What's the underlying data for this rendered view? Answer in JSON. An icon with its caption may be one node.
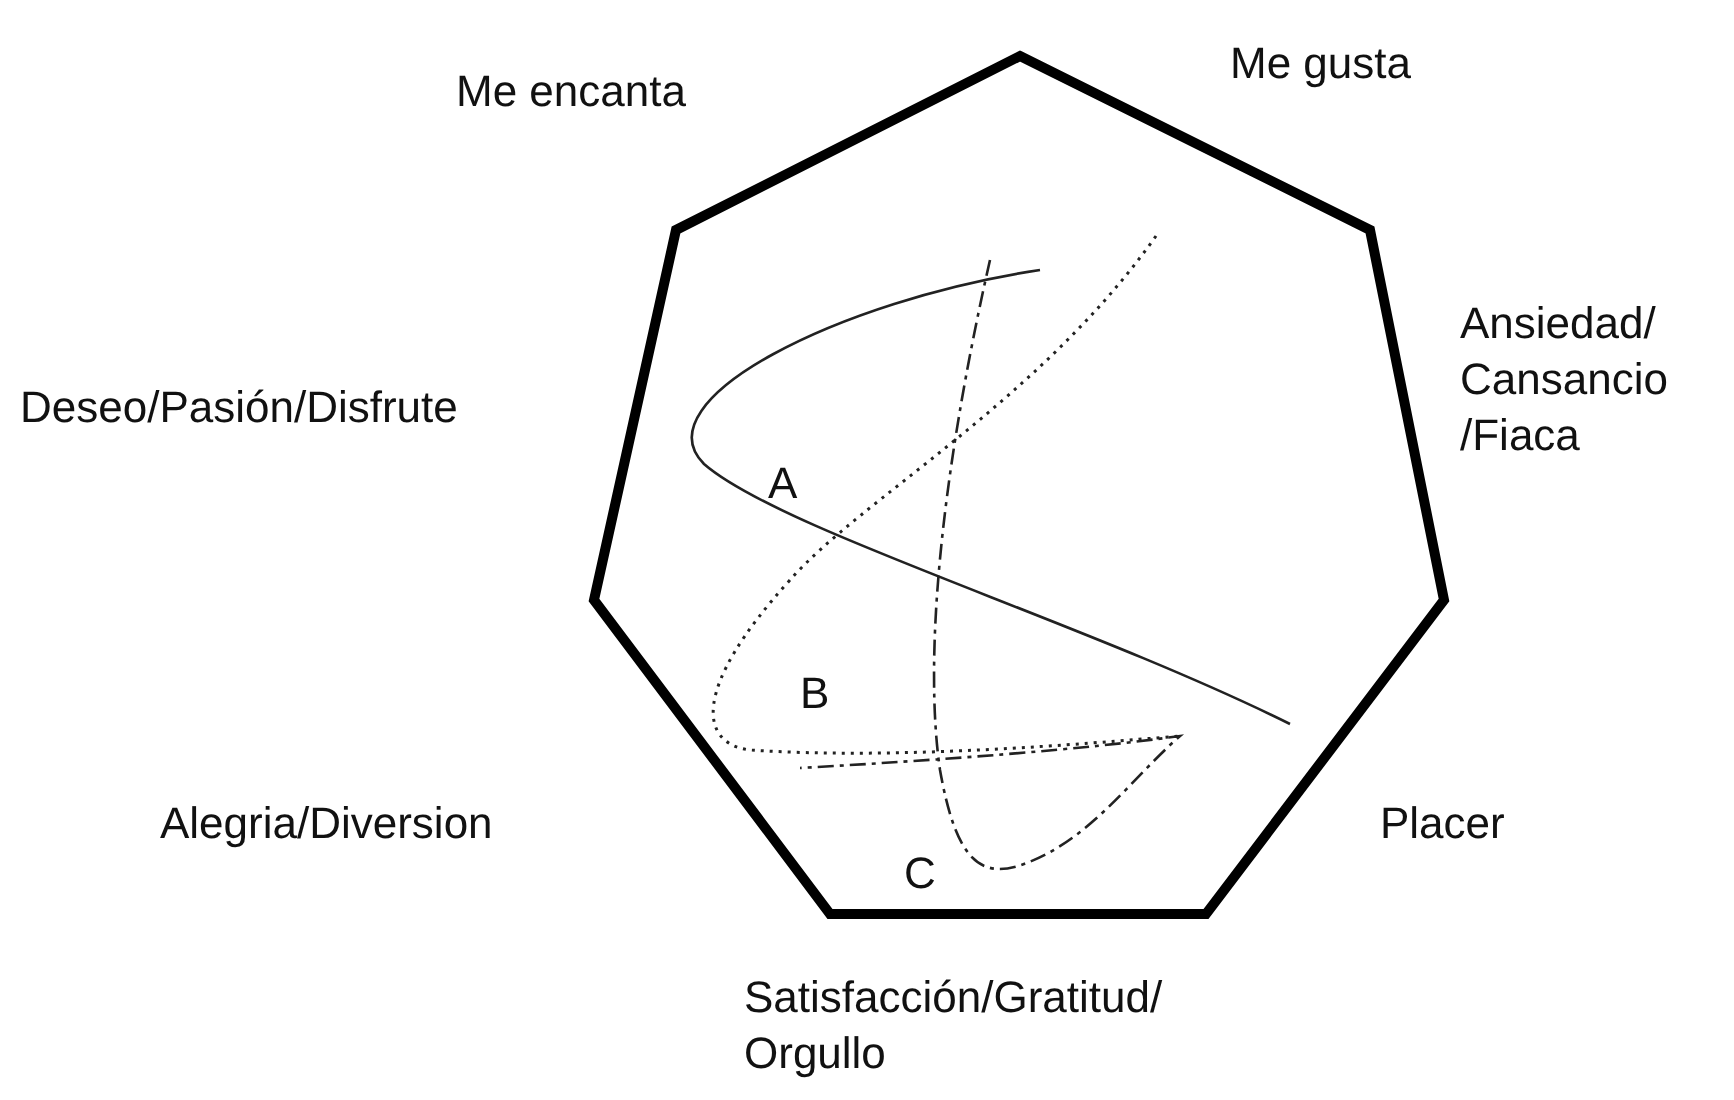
{
  "diagram": {
    "labels": [
      "Me encanta",
      "Me gusta",
      "Ansiedad/ Cansancio /Fiaca",
      "Deseo/Pasión/Disfrute",
      "A",
      "B",
      "Alegria/Diversion",
      "Placer",
      "C",
      "Satisfacción/Gratitud/ Orgullo"
    ]
  }
}
